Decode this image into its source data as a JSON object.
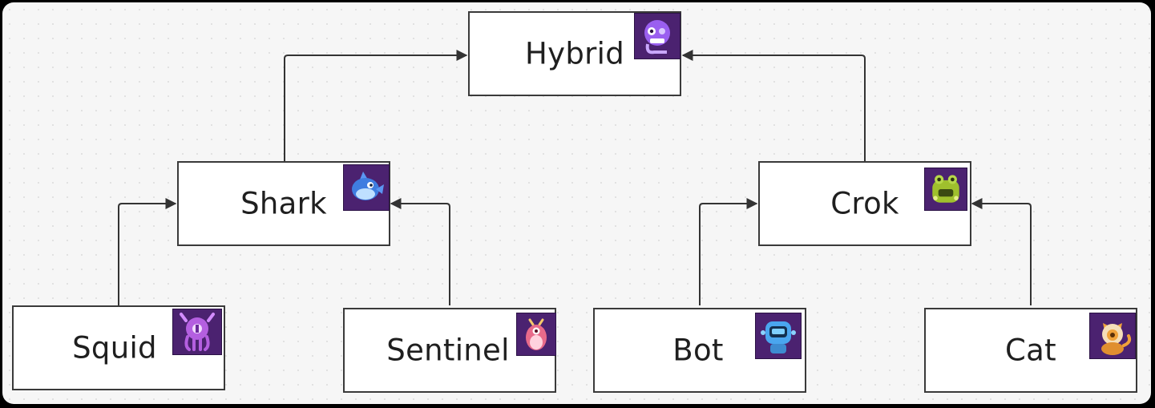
{
  "diagram": {
    "nodes": [
      {
        "id": "hybrid",
        "label": "Hybrid",
        "icon": "hybrid-creature-icon",
        "accent": "#9a5ff0"
      },
      {
        "id": "shark",
        "label": "Shark",
        "icon": "shark-creature-icon",
        "accent": "#3f7de0"
      },
      {
        "id": "crok",
        "label": "Crok",
        "icon": "crok-creature-icon",
        "accent": "#9fc02d"
      },
      {
        "id": "squid",
        "label": "Squid",
        "icon": "squid-creature-icon",
        "accent": "#b45fe0"
      },
      {
        "id": "sentinel",
        "label": "Sentinel",
        "icon": "sentinel-creature-icon",
        "accent": "#e86a8a"
      },
      {
        "id": "bot",
        "label": "Bot",
        "icon": "bot-creature-icon",
        "accent": "#4aa6ef"
      },
      {
        "id": "cat",
        "label": "Cat",
        "icon": "cat-creature-icon",
        "accent": "#f0a23a"
      }
    ],
    "edges": [
      {
        "from": "shark",
        "to": "hybrid"
      },
      {
        "from": "crok",
        "to": "hybrid"
      },
      {
        "from": "squid",
        "to": "shark"
      },
      {
        "from": "sentinel",
        "to": "shark"
      },
      {
        "from": "bot",
        "to": "crok"
      },
      {
        "from": "cat",
        "to": "crok"
      }
    ]
  }
}
